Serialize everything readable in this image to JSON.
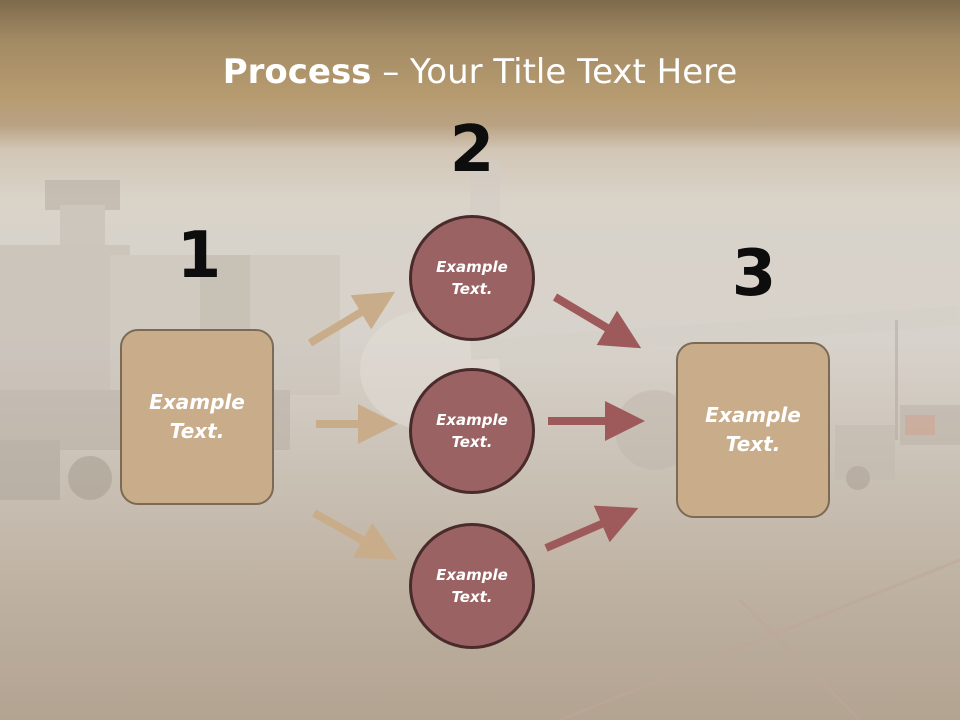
{
  "slide": {
    "title_strong": "Process",
    "title_rest": " – Your Title Text Here",
    "step_numbers": [
      "1",
      "2",
      "3"
    ],
    "left_box": "Example Text.",
    "circles": [
      "Example Text.",
      "Example Text.",
      "Example Text."
    ],
    "right_box": "Example Text."
  },
  "colors": {
    "box_fill": "#c9ad8a",
    "circle_fill": "#9a6262",
    "tan_arrow": "#c9ad8a",
    "red_arrow": "#9e5a5a",
    "title_text": "#ffffff"
  }
}
